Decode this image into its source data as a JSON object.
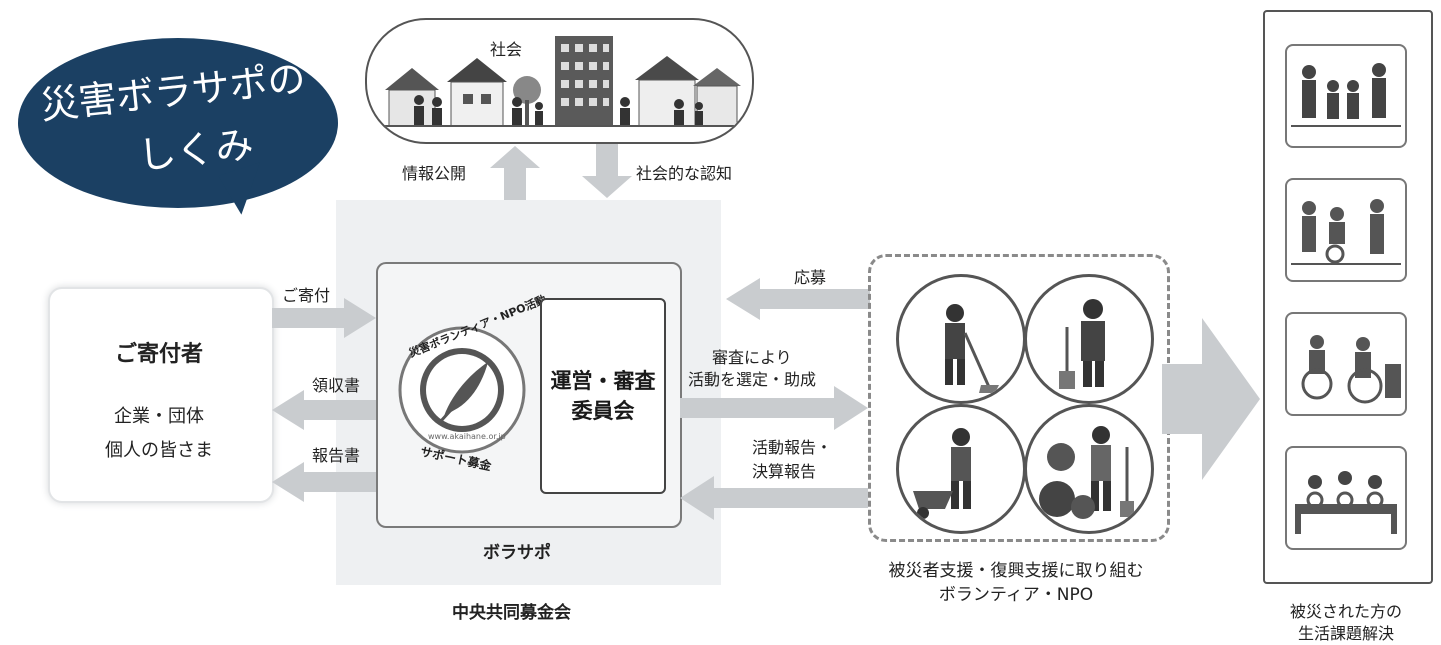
{
  "header": {
    "title_line1": "災害ボラサポの",
    "title_line2": "しくみ"
  },
  "society": {
    "label": "社会"
  },
  "flows": {
    "info_disclosure": "情報公開",
    "social_recognition": "社会的な認知",
    "donation": "ご寄付",
    "receipt": "領収書",
    "report": "報告書",
    "application": "応募",
    "selection_line1": "審査により",
    "selection_line2": "活動を選定・助成",
    "activity_report_line1": "活動報告・",
    "activity_report_line2": "決算報告"
  },
  "donors": {
    "title": "ご寄付者",
    "line1": "企業・団体",
    "line2": "個人の皆さま"
  },
  "borasapo": {
    "logo_arc_text": "災害ボランティア・NPO活動",
    "logo_url": "www.akaihane.or.jp",
    "logo_bottom_text": "サポート募金",
    "committee_line1": "運営・審査",
    "committee_line2": "委員会",
    "inner_label": "ボラサポ",
    "outer_label": "中央共同募金会"
  },
  "volunteers": {
    "caption_line1": "被災者支援・復興支援に取り組む",
    "caption_line2": "ボランティア・NPO"
  },
  "outcome": {
    "caption_line1": "被災された方の",
    "caption_line2": "生活課題解決"
  },
  "colors": {
    "bubble": "#1b4063",
    "arrow": "#c9cccf",
    "panel": "#eef0f2"
  }
}
